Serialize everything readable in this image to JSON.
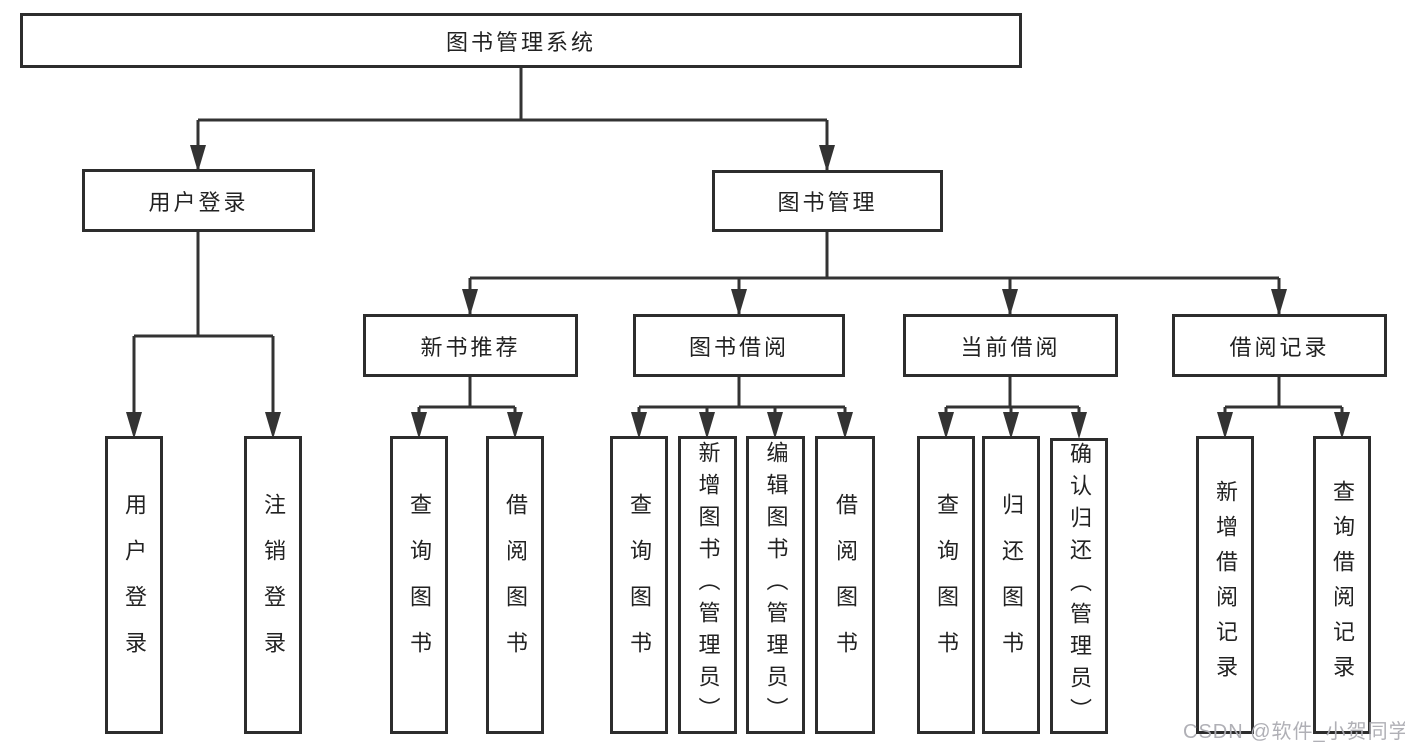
{
  "tree": {
    "label": "图书管理系统",
    "children": [
      {
        "label": "用户登录",
        "children": [
          {
            "label": "用户登录"
          },
          {
            "label": "注销登录"
          }
        ]
      },
      {
        "label": "图书管理",
        "children": [
          {
            "label": "新书推荐",
            "children": [
              {
                "label": "查询图书"
              },
              {
                "label": "借阅图书"
              }
            ]
          },
          {
            "label": "图书借阅",
            "children": [
              {
                "label": "查询图书"
              },
              {
                "label": "新增图书（管理员）"
              },
              {
                "label": "编辑图书（管理员）"
              },
              {
                "label": "借阅图书"
              }
            ]
          },
          {
            "label": "当前借阅",
            "children": [
              {
                "label": "查询图书"
              },
              {
                "label": "归还图书"
              },
              {
                "label": "确认归还（管理员）"
              }
            ]
          },
          {
            "label": "借阅记录",
            "children": [
              {
                "label": "新增借阅记录"
              },
              {
                "label": "查询借阅记录"
              }
            ]
          }
        ]
      }
    ]
  },
  "watermark": {
    "text": "CSDN @软件_小贺同学"
  },
  "colors": {
    "line": "#333333",
    "box_border": "#2d2d2d",
    "text": "#222222",
    "watermark": "#acacb2",
    "background": "#ffffff"
  }
}
